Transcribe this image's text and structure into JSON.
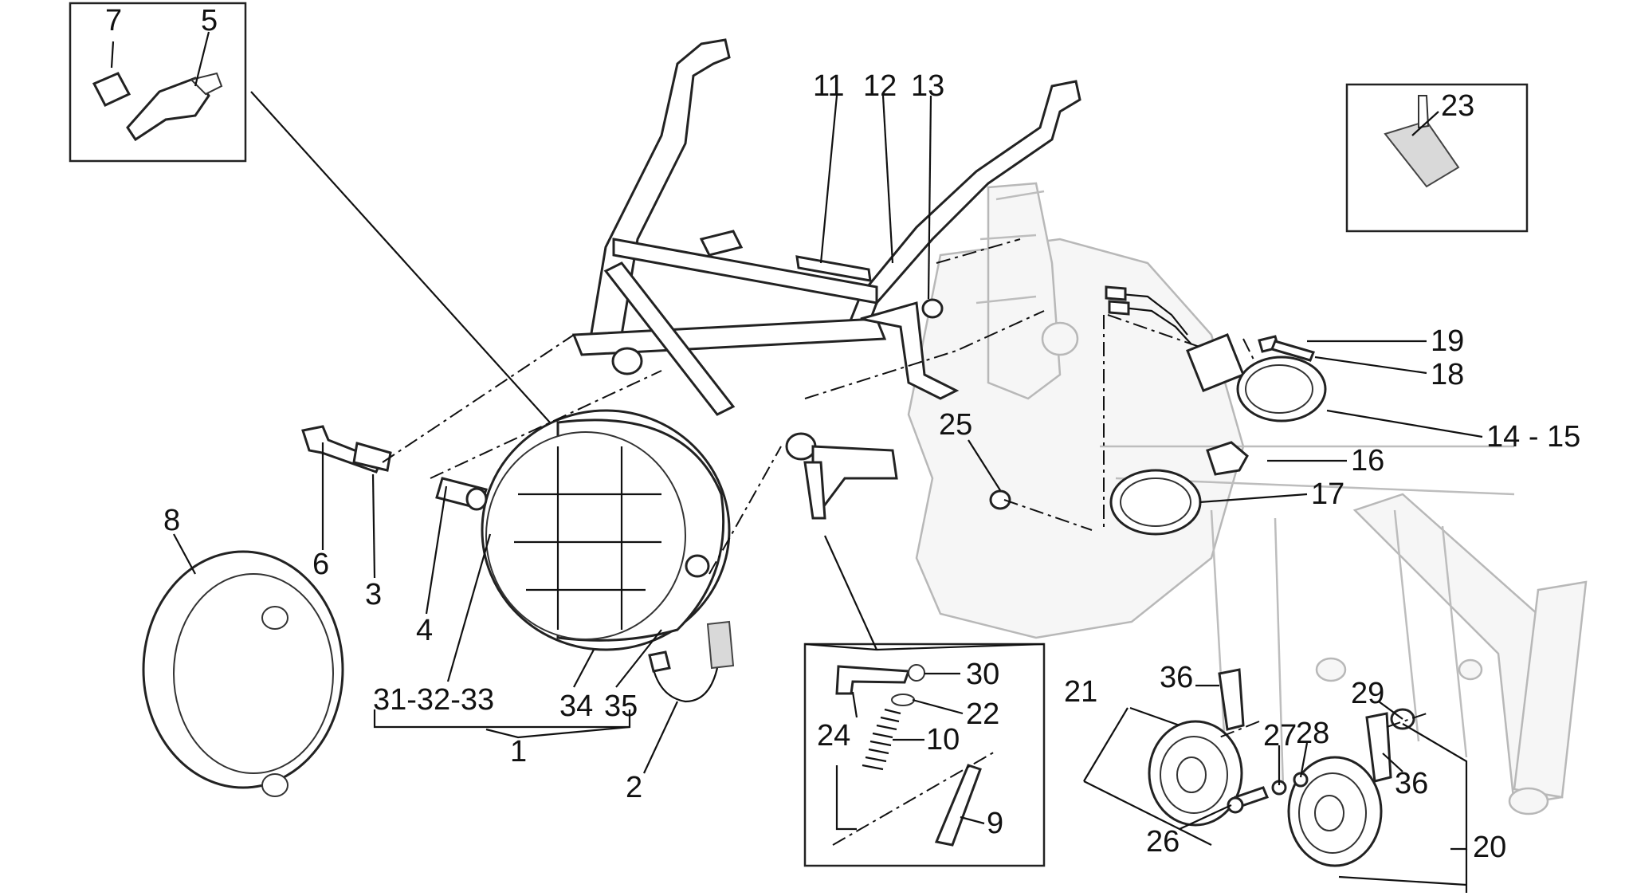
{
  "labels": {
    "l7": "7",
    "l5": "5",
    "l11": "11",
    "l12": "12",
    "l13": "13",
    "l23": "23",
    "l19": "19",
    "l18": "18",
    "l14_15": "14 - 15",
    "l16": "16",
    "l17": "17",
    "l25": "25",
    "l8": "8",
    "l6": "6",
    "l3": "3",
    "l4": "4",
    "l31_32_33": "31-32-33",
    "l34": "34",
    "l35": "35",
    "l1": "1",
    "l2": "2",
    "l30": "30",
    "l22": "22",
    "l24": "24",
    "l10": "10",
    "l9": "9",
    "l21": "21",
    "l36a": "36",
    "l29": "29",
    "l27": "27",
    "l28": "28",
    "l36b": "36",
    "l26": "26",
    "l20": "20"
  }
}
